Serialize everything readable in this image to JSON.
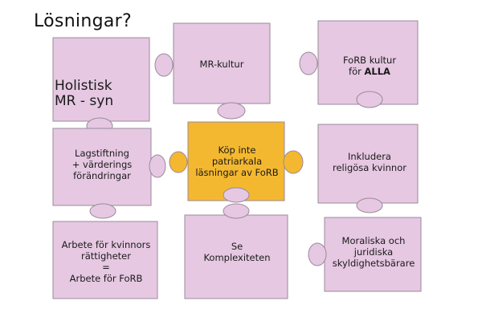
{
  "title": "Lösningar?",
  "colors": {
    "piece_fill": "#e6c8e2",
    "piece_stroke": "#9a8a9a",
    "center_fill": "#f4b830",
    "center_stroke": "#b08a3a"
  },
  "pieces": {
    "holistisk": {
      "lines": [
        "Holistisk",
        "MR - syn"
      ]
    },
    "mr_kultur": {
      "lines": [
        "MR-kultur"
      ]
    },
    "forb_kultur": {
      "lines": [
        "FoRB kultur"
      ],
      "line2_prefix": "för ",
      "line2_bold": "ALLA"
    },
    "lagstiftning": {
      "lines": [
        "Lagstiftning",
        "+  värderings",
        "förändringar"
      ]
    },
    "center": {
      "lines": [
        "Köp inte",
        "patriarkala",
        "läsningar av FoRB"
      ]
    },
    "inkludera": {
      "lines": [
        "Inkludera",
        "religösa kvinnor"
      ]
    },
    "arbete": {
      "lines": [
        "Arbete för kvinnors",
        "rättigheter",
        "=",
        "Arbete för FoRB"
      ]
    },
    "komplexiteten": {
      "lines": [
        "Se",
        "Komplexiteten"
      ]
    },
    "moraliska": {
      "lines": [
        "Moraliska och",
        "juridiska",
        "skyldighetsbärare"
      ]
    }
  }
}
